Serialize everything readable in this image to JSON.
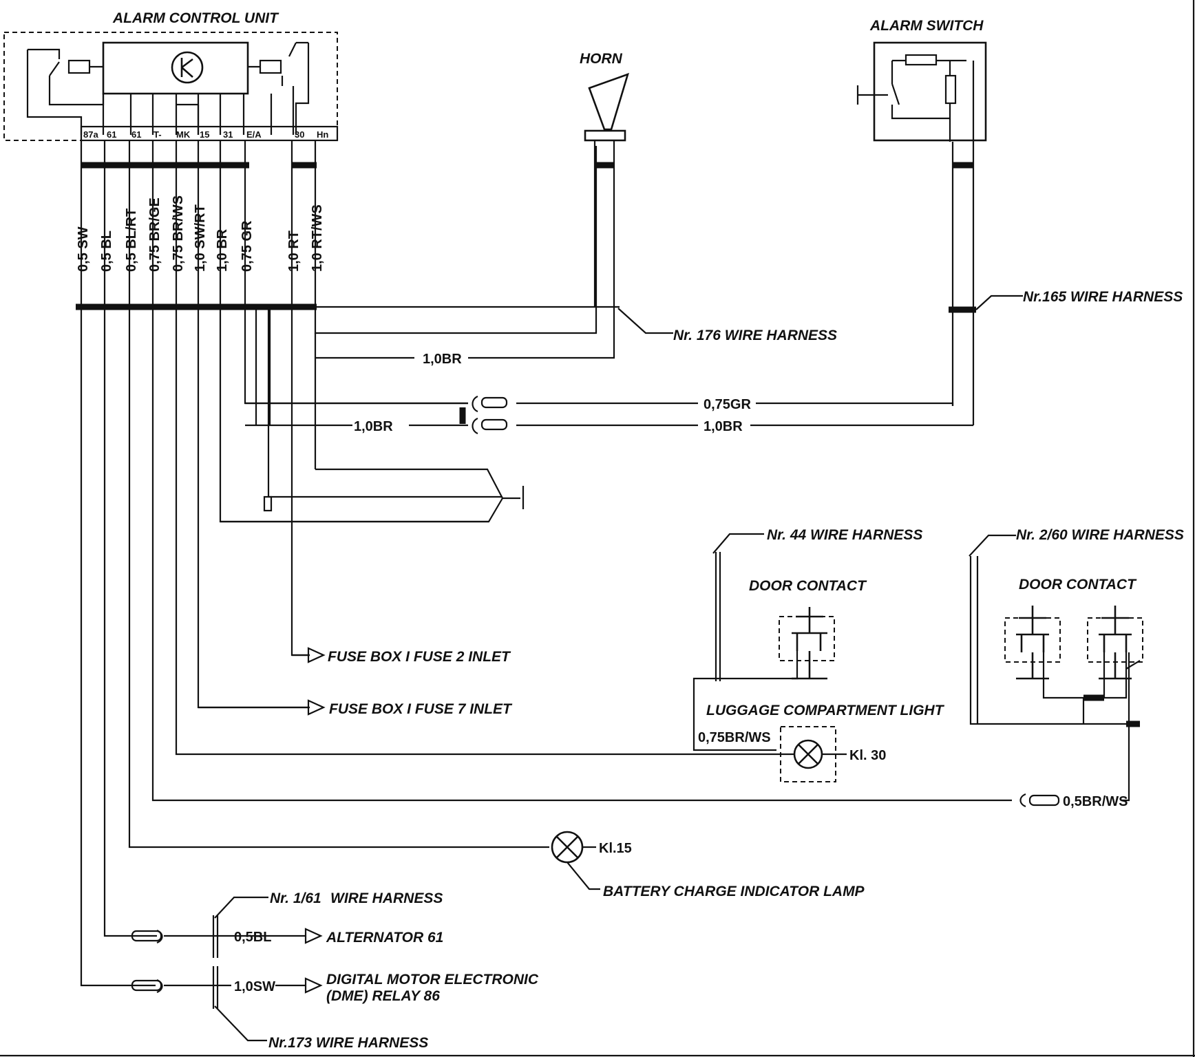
{
  "titles": {
    "alarm_control_unit": "ALARM CONTROL UNIT",
    "alarm_switch": "ALARM SWITCH",
    "horn": "HORN"
  },
  "pins": [
    "87a",
    "61",
    "61",
    "T-",
    "MK",
    "15",
    "31",
    "E/A",
    "30",
    "Hn"
  ],
  "wires": [
    "0,5 SW",
    "0,5 BL",
    "0,5 BL/RT",
    "0,75 BR/GE",
    "0,75 BR/WS",
    "1,0 SW/RT",
    "1,0 BR",
    "0,75 GR",
    "1,0 RT",
    "1,0 RT/WS"
  ],
  "harness": {
    "nr176": "Nr. 176 WIRE HARNESS",
    "nr165": "Nr.165 WIRE HARNESS",
    "nr44": "Nr. 44 WIRE HARNESS",
    "nr260": "Nr. 2/60 WIRE HARNESS",
    "nr161_num": "Nr. 1/61",
    "nr161_text": "WIRE HARNESS",
    "nr173": "Nr.173 WIRE HARNESS"
  },
  "wire_labels": {
    "br_horn": "1,0BR",
    "gr_switch": "0,75GR",
    "br_switch": "1,0BR",
    "br_left": "1,0BR",
    "brws_lug": "0,75BR/WS",
    "brws_door": "0,5BR/WS",
    "bl_alt": "0,5BL",
    "sw_dme": "1,0SW"
  },
  "destinations": {
    "fuse2": "FUSE BOX I  FUSE 2  INLET",
    "fuse7": "FUSE BOX I  FUSE 7  INLET",
    "alternator": "ALTERNATOR 61",
    "dme_line1": "DIGITAL MOTOR ELECTRONIC",
    "dme_line2": "(DME) RELAY 86"
  },
  "components": {
    "door_contact_1": "DOOR CONTACT",
    "door_contact_2": "DOOR CONTACT",
    "luggage_light": "LUGGAGE COMPARTMENT LIGHT",
    "kl30": "Kl. 30",
    "kl15": "Kl.15",
    "battery_lamp": "BATTERY CHARGE INDICATOR LAMP"
  }
}
